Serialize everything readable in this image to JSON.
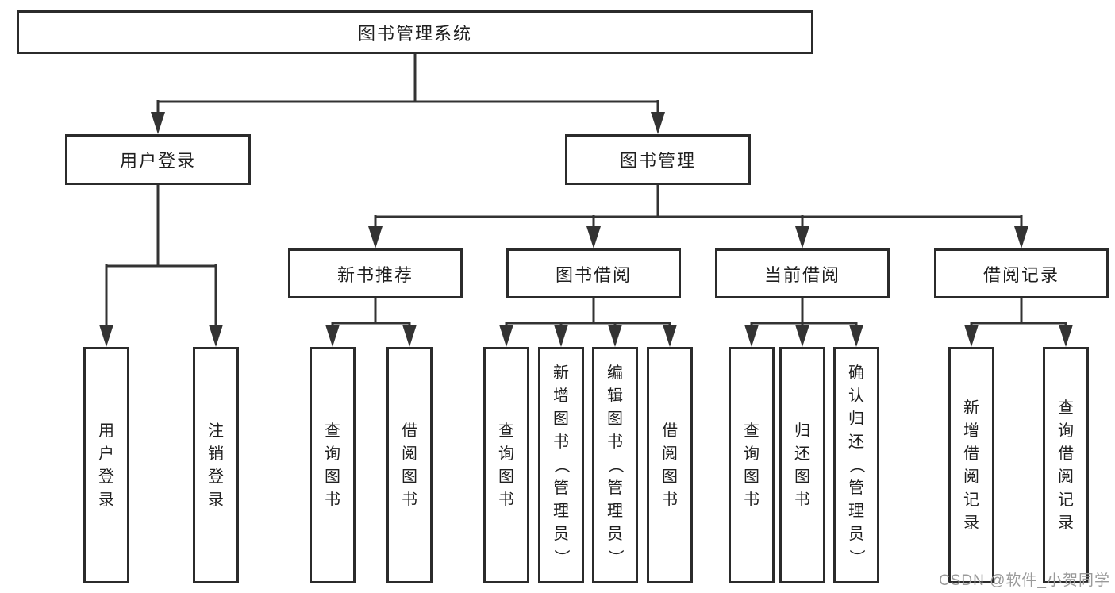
{
  "title": "图书管理系统",
  "watermark": "CSDN @软件_小贺同学",
  "colors": {
    "line": "#333333",
    "box_border": "#2b2b2b",
    "text": "#1f1f1f",
    "watermark_text": "#999999",
    "background": "#ffffff"
  },
  "nodes": {
    "root": "图书管理系统",
    "user_login": "用户登录",
    "book_mgmt": "图书管理",
    "new_book_rec": "新书推荐",
    "book_borrow": "图书借阅",
    "current_borrow": "当前借阅",
    "borrow_record": "借阅记录",
    "ul_login": "用户登录",
    "ul_logout": "注销登录",
    "nr_query": "查询图书",
    "nr_borrow": "借阅图书",
    "bb_query": "查询图书",
    "bb_add": "新增图书（管理员）",
    "bb_edit": "编辑图书（管理员）",
    "bb_borrow": "借阅图书",
    "cb_query": "查询图书",
    "cb_return": "归还图书",
    "cb_confirm": "确认归还（管理员）",
    "br_add": "新增借阅记录",
    "br_query": "查询借阅记录"
  },
  "structure": {
    "root_children": [
      "user_login",
      "book_mgmt"
    ],
    "user_login_children": [
      "ul_login",
      "ul_logout"
    ],
    "book_mgmt_children": [
      "new_book_rec",
      "book_borrow",
      "current_borrow",
      "borrow_record"
    ],
    "new_book_rec_children": [
      "nr_query",
      "nr_borrow"
    ],
    "book_borrow_children": [
      "bb_query",
      "bb_add",
      "bb_edit",
      "bb_borrow"
    ],
    "current_borrow_children": [
      "cb_query",
      "cb_return",
      "cb_confirm"
    ],
    "borrow_record_children": [
      "br_add",
      "br_query"
    ]
  }
}
